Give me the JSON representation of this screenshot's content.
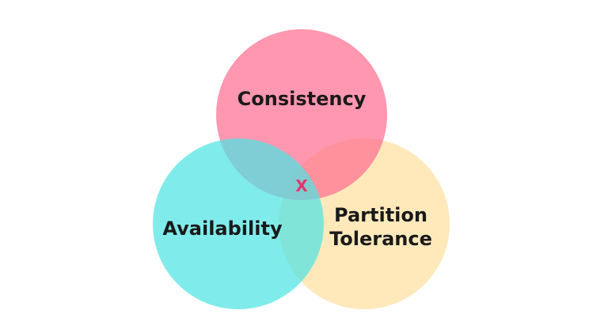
{
  "diagram": {
    "colors": {
      "consistency": "#ff6f91",
      "availability": "#4fe3e3",
      "partition_tolerance": "#ffe3a8",
      "x_mark": "#e8336a",
      "label": "#1a1a1a"
    },
    "circles": {
      "consistency": {
        "label": "Consistency"
      },
      "availability": {
        "label": "Availability"
      },
      "partition_tolerance": {
        "line1": "Partition",
        "line2": "Tolerance"
      }
    },
    "center_mark": "X"
  }
}
